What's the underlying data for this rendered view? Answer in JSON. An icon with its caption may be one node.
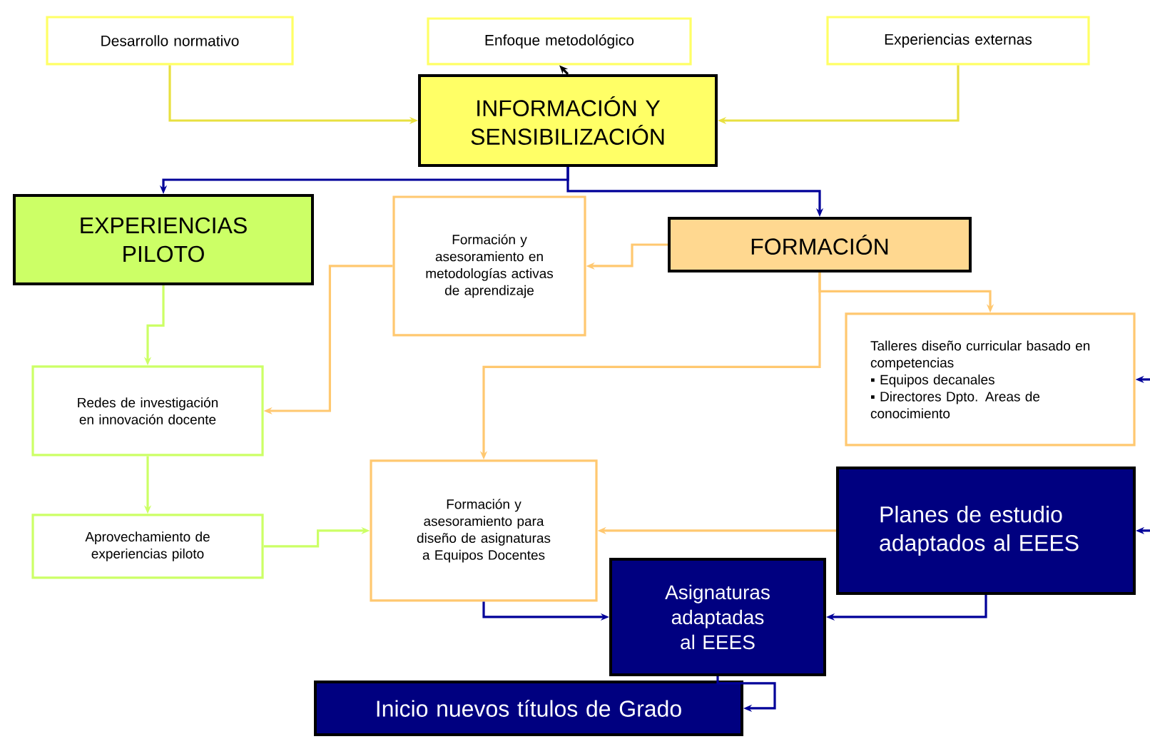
{
  "diagram": {
    "nodes": [
      {
        "text": [
          "Desarrollo normativo"
        ]
      },
      {
        "text": [
          "Enfoque metodológico"
        ]
      },
      {
        "text": [
          "Experiencias externas"
        ]
      },
      {
        "text": [
          "INFORMACIÓN Y SENSIBILIZACIÓN"
        ]
      },
      {
        "text": [
          "EXPERIENCIAS PILOTO"
        ]
      },
      {
        "text": [
          "Formación y asesoramiento en metodologías activas de aprendizaje"
        ]
      },
      {
        "text": [
          "FORMACIÓN"
        ]
      },
      {
        "text": [
          "Talleres diseño curricular basado en competencias",
          "▪ Equipos decanales",
          "▪ Directores Dpto. Areas de conocimiento"
        ]
      },
      {
        "text": [
          "Redes de investigación en innovación docente"
        ]
      },
      {
        "text": [
          "Aprovechamiento de experiencias piloto"
        ]
      },
      {
        "text": [
          "Formación y asesoramiento para diseño de asignaturas a Equipos Docentes"
        ]
      },
      {
        "text": [
          "Planes de estudio adaptados al EEES"
        ]
      },
      {
        "text": [
          "Asignaturas adaptadas al EEES"
        ]
      },
      {
        "text": [
          "Inicio nuevos títulos de Grado"
        ]
      }
    ],
    "edges": [
      {
        "from": 0,
        "to": 3,
        "arrow": "to",
        "color": "#e8e040"
      },
      {
        "from": 2,
        "to": 3,
        "arrow": "to",
        "color": "#e8e040"
      },
      {
        "from": 3,
        "to": 1,
        "arrow": "to",
        "color": "#000000"
      },
      {
        "from": 3,
        "to": 4,
        "arrow": "to",
        "color": "#000099"
      },
      {
        "from": 3,
        "to": 6,
        "arrow": "to",
        "color": "#000099"
      },
      {
        "from": 6,
        "to": 5,
        "arrow": "to",
        "color": "#ffc870"
      },
      {
        "from": 6,
        "to": 7,
        "arrow": "to",
        "color": "#ffc870"
      },
      {
        "from": 6,
        "to": 10,
        "arrow": "to",
        "color": "#ffc870"
      },
      {
        "from": 5,
        "to": 8,
        "arrow": "to",
        "color": "#ffc870"
      },
      {
        "from": 4,
        "to": 8,
        "arrow": "to",
        "color": "#ccff66"
      },
      {
        "from": 8,
        "to": 9,
        "arrow": "to",
        "color": "#ccff66"
      },
      {
        "from": 9,
        "to": 10,
        "arrow": "to",
        "color": "#ccff66"
      },
      {
        "from": 11,
        "to": 10,
        "arrow": "to",
        "color": "#ffc870"
      },
      {
        "from": 10,
        "to": 12,
        "arrow": "to",
        "color": "#000099"
      },
      {
        "from": 11,
        "to": 12,
        "arrow": "to",
        "color": "#000099"
      },
      {
        "from": 12,
        "to": 13,
        "arrow": "to",
        "color": "#000099"
      },
      {
        "from": null,
        "to": 7,
        "arrow": "to",
        "color": "#000099"
      },
      {
        "from": null,
        "to": 11,
        "arrow": "to",
        "color": "#000099"
      }
    ]
  }
}
